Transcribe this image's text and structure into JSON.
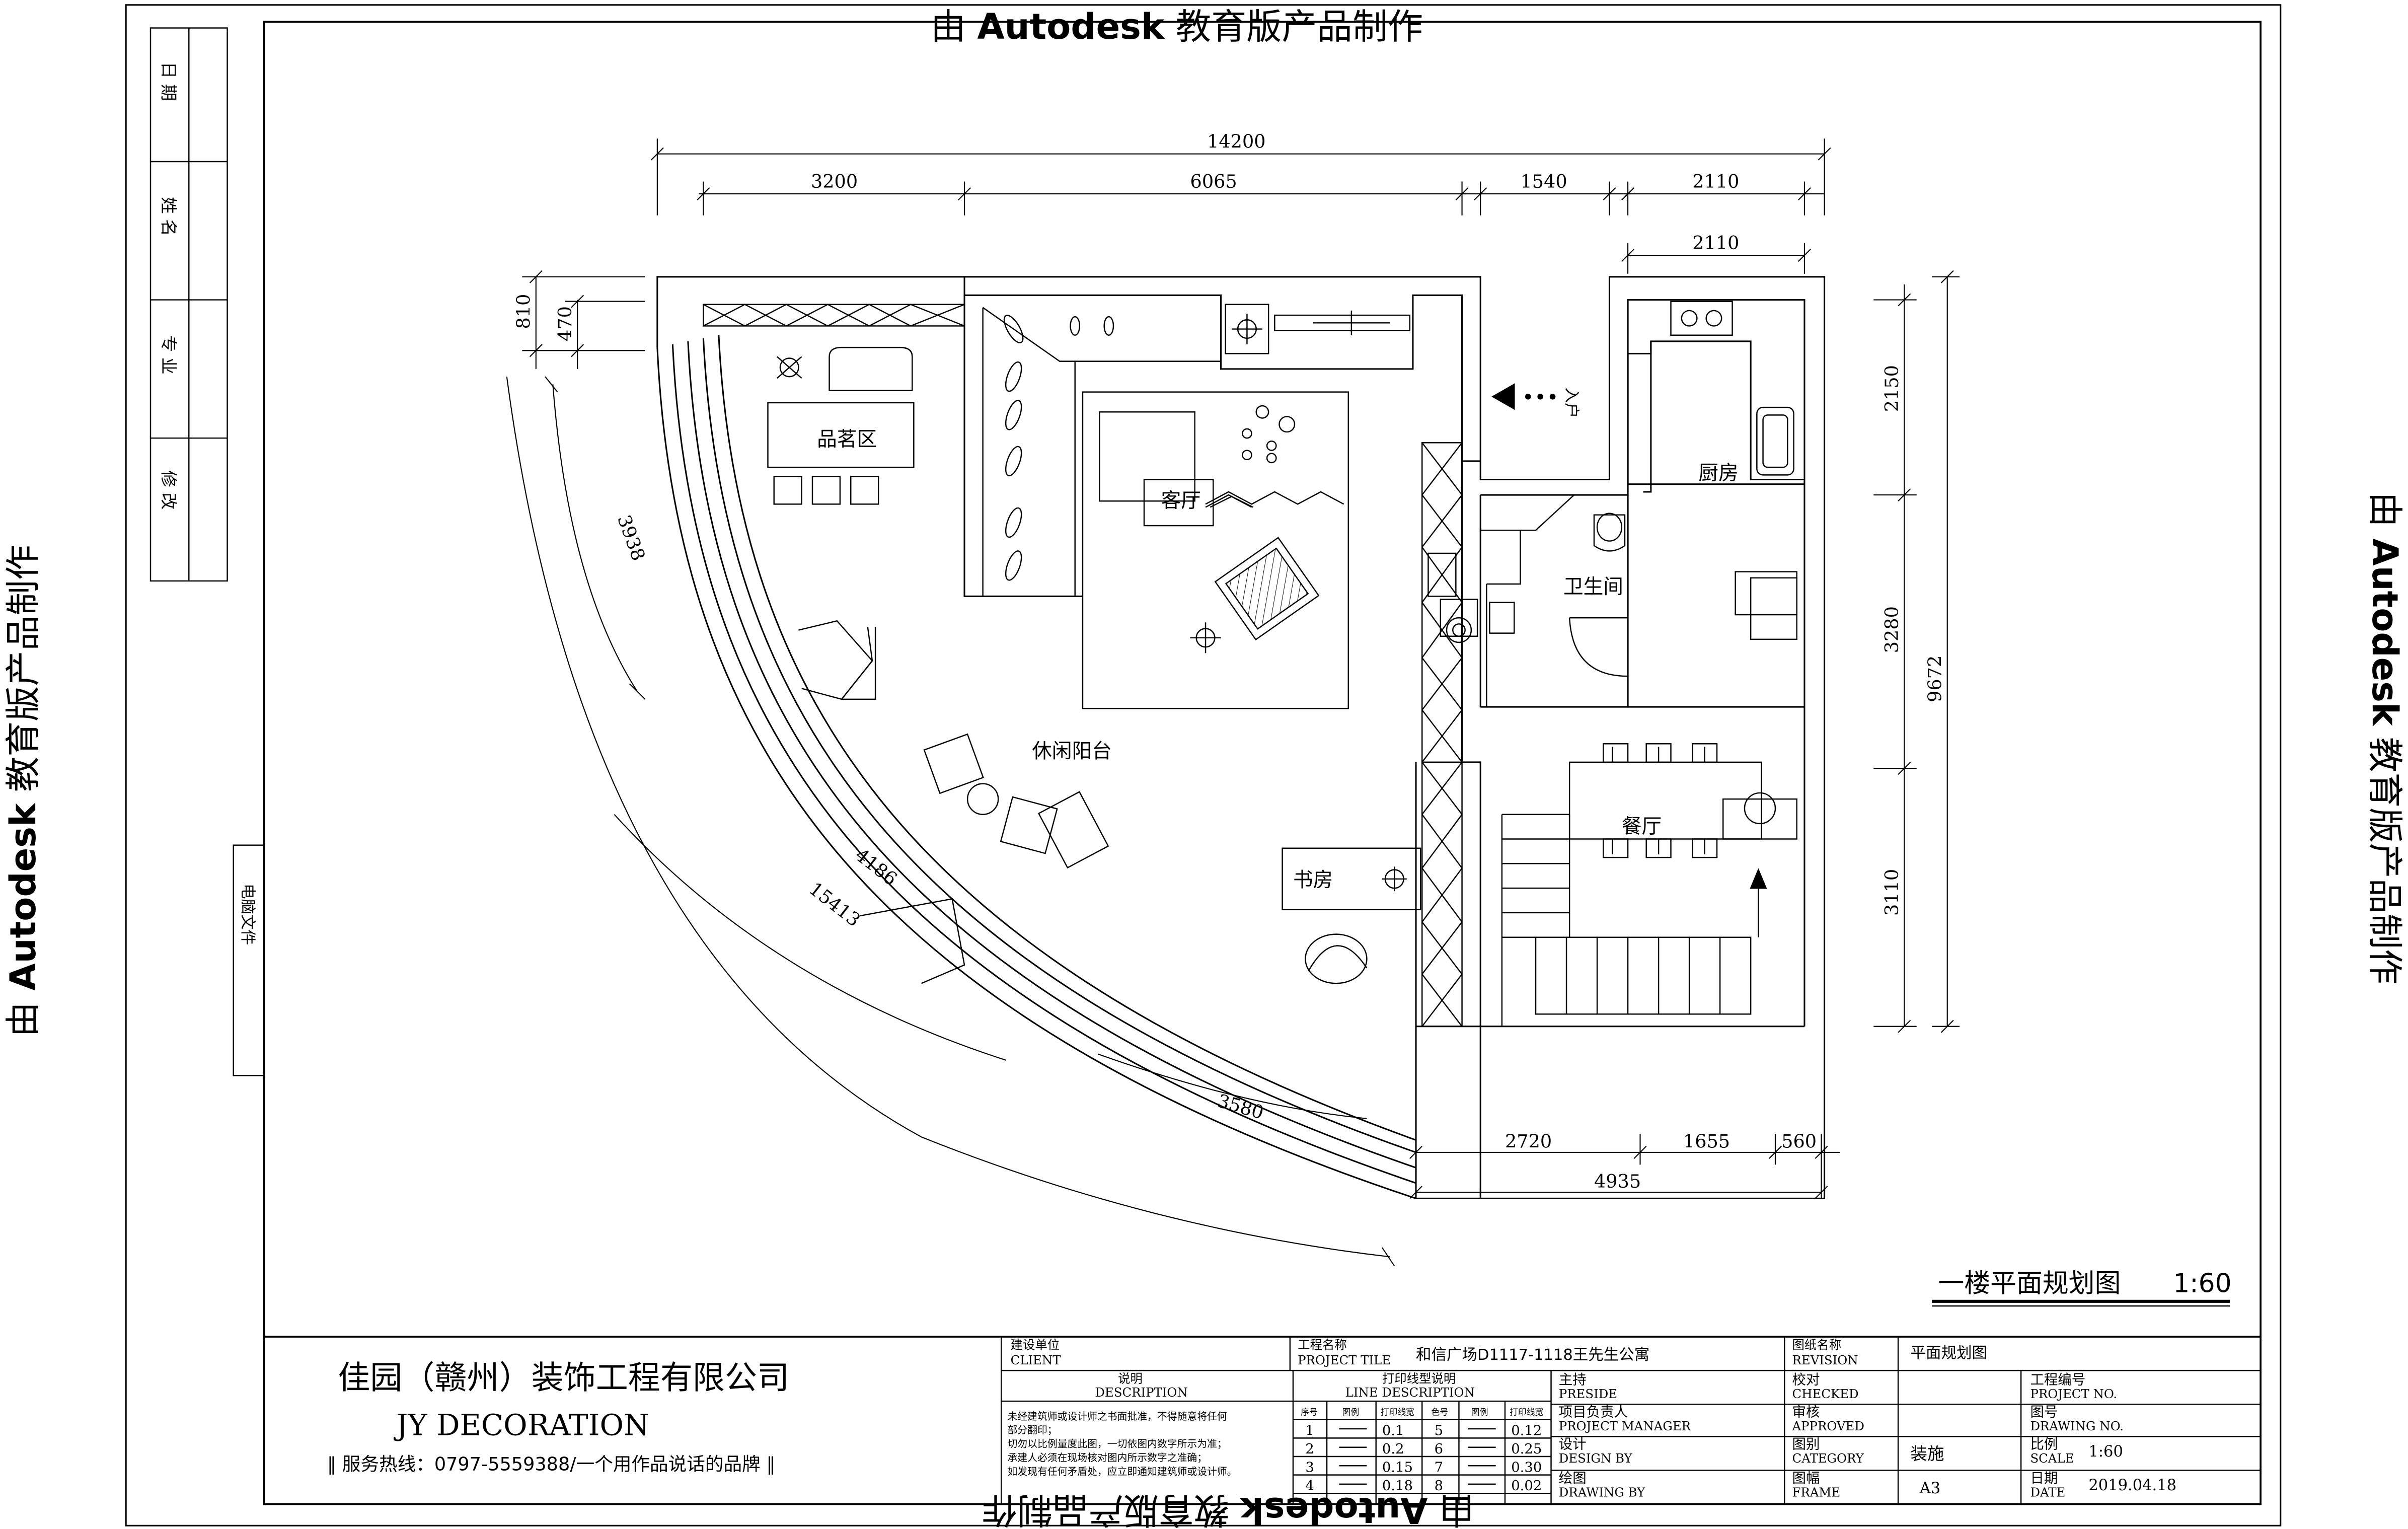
{
  "watermark": {
    "prefix": "由",
    "brand": "Autodesk",
    "suffix": "教育版产品制作"
  },
  "left_strip": {
    "labels": [
      "日 期",
      "姓 名",
      "专 业",
      "修 改"
    ],
    "file_label": "电脑文件"
  },
  "dimensions": {
    "top_total": "14200",
    "top_segments": [
      "3200",
      "6065",
      "1540",
      "2110"
    ],
    "top_kitchen": "2110",
    "left": [
      "810",
      "470"
    ],
    "right_segments": [
      "2150",
      "3280",
      "3110"
    ],
    "right_total": "9672",
    "bottom_segments": [
      "2720",
      "1655",
      "560"
    ],
    "bottom_total": "4935",
    "arcs": [
      "3938",
      "4186",
      "15413",
      "3580"
    ]
  },
  "rooms": {
    "tea": "品茗区",
    "living": "客厅",
    "kitchen": "厨房",
    "bath": "卫生间",
    "balcony": "休闲阳台",
    "dining": "餐厅",
    "study": "书房",
    "entrance": "入户"
  },
  "drawing_title": "一楼平面规划图",
  "drawing_scale": "1:60",
  "titleblock": {
    "company_cn": "佳园（赣州）装饰工程有限公司",
    "company_en": "JY    DECORATION",
    "hotline": "‖ 服务热线：0797-5559388/一个用作品说话的品牌 ‖",
    "client_cn": "建设单位",
    "client_en": "CLIENT",
    "project_cn": "工程名称",
    "project_en": "PROJECT TILE",
    "project_value": "和信广场D1117-1118王先生公寓",
    "revision_cn": "图纸名称",
    "revision_en": "REVISION",
    "revision_value": "平面规划图",
    "desc_cn": "说明",
    "desc_en": "DESCRIPTION",
    "desc_text": [
      "未经建筑师或设计师之书面批准，不得随意将任何",
      "部分翻印；",
      "切勿以比例量度此图，一切依图内数字所示为准；",
      "承建人必须在现场核对图内所示数字之准确；",
      "如发现有任何矛盾处，应立即通知建筑师或设计师。"
    ],
    "line_cn": "打印线型说明",
    "line_en": "LINE DESCRIPTION",
    "line_headers": [
      "序号",
      "图例",
      "打印线宽",
      "色号",
      "图例",
      "打印线宽"
    ],
    "line_rows": [
      [
        "1",
        "0.1",
        "5",
        "0.12"
      ],
      [
        "2",
        "0.2",
        "6",
        "0.25"
      ],
      [
        "3",
        "0.15",
        "7",
        "0.30"
      ],
      [
        "4",
        "0.18",
        "8",
        "0.02"
      ]
    ],
    "preside_cn": "主持",
    "preside_en": "PRESIDE",
    "pm_cn": "项目负责人",
    "pm_en": "PROJECT MANAGER",
    "design_cn": "设计",
    "design_en": "DESIGN BY",
    "drawing_cn": "绘图",
    "drawing_en": "DRAWING BY",
    "checked_cn": "校对",
    "checked_en": "CHECKED",
    "approved_cn": "审核",
    "approved_en": "APPROVED",
    "category_cn": "图别",
    "category_en": "CATEGORY",
    "category_value": "装施",
    "frame_cn": "图幅",
    "frame_en": "FRAME",
    "frame_value": "A3",
    "projno_cn": "工程编号",
    "projno_en": "PROJECT NO.",
    "drawno_cn": "图号",
    "drawno_en": "DRAWING NO.",
    "scale_cn": "比例",
    "scale_en": "SCALE",
    "scale_value": "1:60",
    "date_cn": "日期",
    "date_en": "DATE",
    "date_value": "2019.04.18"
  }
}
